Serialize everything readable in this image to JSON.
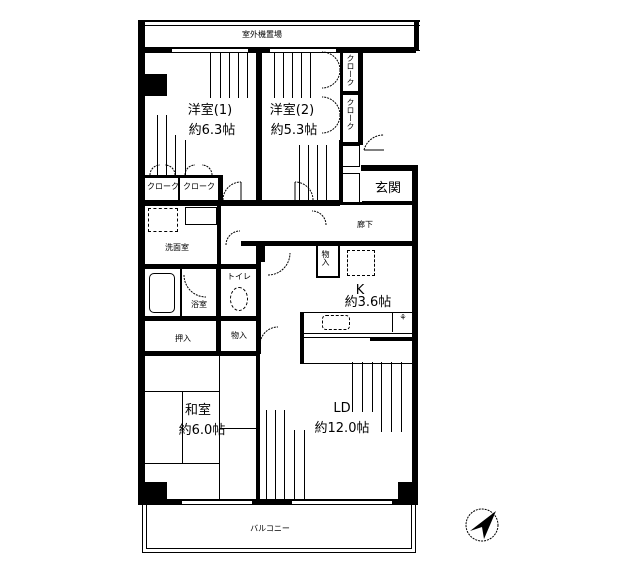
{
  "floorplan": {
    "rooms": {
      "outdoor_unit": {
        "label": "室外機置場"
      },
      "western1": {
        "name": "洋室(1)",
        "size": "約6.3帖"
      },
      "western2": {
        "name": "洋室(2)",
        "size": "約5.3帖"
      },
      "closet_a": {
        "label": "クローク"
      },
      "closet_b": {
        "label": "クローク"
      },
      "closet_c": {
        "label": "クローク"
      },
      "closet_d": {
        "label": "クローク"
      },
      "entrance": {
        "label": "玄関"
      },
      "hallway": {
        "label": "廊下"
      },
      "washroom": {
        "label": "洗面室"
      },
      "bathroom": {
        "label": "浴室"
      },
      "toilet": {
        "label": "トイレ"
      },
      "storage1": {
        "label": "押入"
      },
      "storage2": {
        "label": "物入"
      },
      "storage3": {
        "label": "物入"
      },
      "kitchen": {
        "name": "K",
        "size": "約3.6帖"
      },
      "japanese": {
        "name": "和室",
        "size": "約6.0帖"
      },
      "living_dining": {
        "name": "LD",
        "size": "約12.0帖"
      },
      "balcony": {
        "label": "バルコニー"
      }
    },
    "compass": {
      "icon": "north-arrow-icon"
    }
  }
}
